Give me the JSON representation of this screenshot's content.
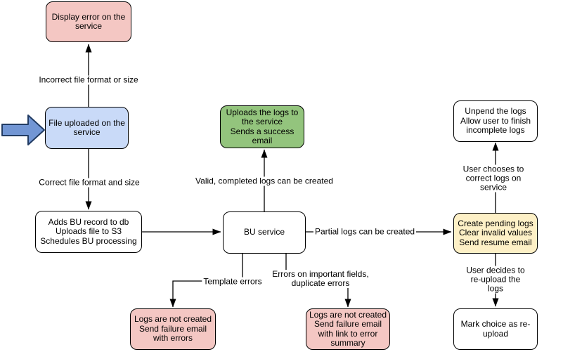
{
  "diagram": {
    "nodes": {
      "display_error": {
        "label": "Display error on the\nservice"
      },
      "file_uploaded": {
        "label": "File uploaded on the\nservice"
      },
      "adds_bu_record": {
        "label": "Adds BU record to db\nUploads file to S3\nSchedules BU processing"
      },
      "uploads_logs": {
        "label": "Uploads the logs to\nthe service\nSends a success\nemail"
      },
      "bu_service": {
        "label": "BU service"
      },
      "logs_not_created_errors": {
        "label": "Logs are not created\nSend failure email\nwith errors"
      },
      "logs_not_created_summary": {
        "label": "Logs are not created\nSend failure email\nwith link to error\nsummary"
      },
      "unpend_logs": {
        "label": "Unpend the logs\nAllow user to finish\nincomplete logs"
      },
      "create_pending_logs": {
        "label": "Create pending logs\nClear invalid values\nSend resume email"
      },
      "mark_reupload": {
        "label": "Mark choice as re-\nupload"
      }
    },
    "edge_labels": {
      "incorrect_format": "Incorrect file format or size",
      "correct_format": "Correct file format and size",
      "valid_completed": "Valid, completed logs can be created",
      "partial_logs": "Partial logs can be created",
      "template_errors": "Template errors",
      "important_fields": "Errors on important fields,\nduplicate errors",
      "user_chooses": "User chooses to correct logs on service",
      "user_decides": "User decides to re-upload the logs"
    },
    "colors": {
      "error_node_fill": "#f4c7c3",
      "input_node_fill": "#c9daf8",
      "success_node_fill": "#93c47d",
      "pending_node_fill": "#fdf0c6",
      "plain_node_fill": "#ffffff",
      "entry_arrow_fill": "#7296d4",
      "entry_arrow_stroke": "#223c63",
      "edge_stroke": "#000000"
    }
  }
}
